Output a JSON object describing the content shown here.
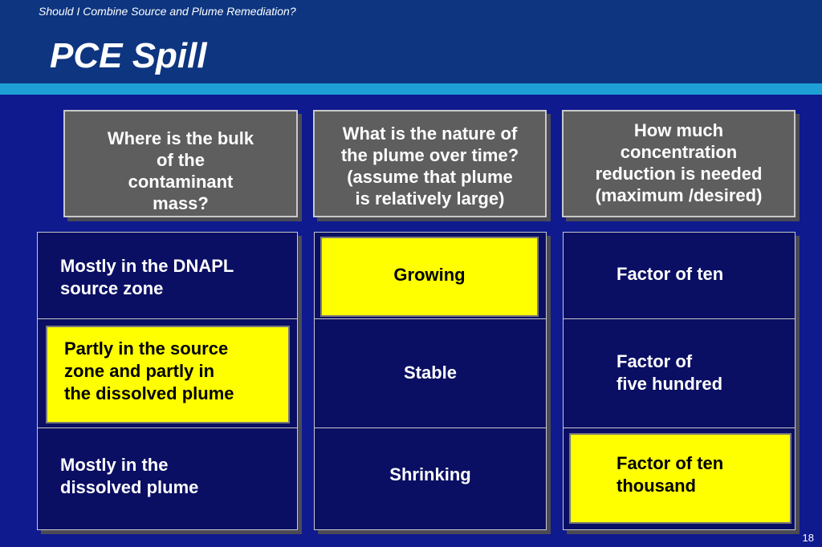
{
  "header": {
    "subtitle": "Should I Combine Source and Plume Remediation?",
    "title": "PCE Spill"
  },
  "questions": [
    "Where is the bulk\nof the\ncontaminant\nmass?",
    "What is the nature of\nthe plume over time?\n(assume that plume\nis relatively large)",
    "How much\nconcentration\nreduction is needed\n(maximum /desired)"
  ],
  "columns": [
    {
      "options": [
        {
          "text": "Mostly in the DNAPL\nsource zone",
          "highlighted": false
        },
        {
          "text": "Partly in the source\nzone and partly in\nthe dissolved plume",
          "highlighted": true
        },
        {
          "text": "Mostly in the\ndissolved plume",
          "highlighted": false
        }
      ]
    },
    {
      "options": [
        {
          "text": "Growing",
          "highlighted": true
        },
        {
          "text": "Stable",
          "highlighted": false
        },
        {
          "text": "Shrinking",
          "highlighted": false
        }
      ]
    },
    {
      "options": [
        {
          "text": "Factor of ten",
          "highlighted": false
        },
        {
          "text": "Factor of\nfive hundred",
          "highlighted": false
        },
        {
          "text": "Factor of ten\nthousand",
          "highlighted": true
        }
      ]
    }
  ],
  "colors": {
    "background": "#0f1a8e",
    "header": "#0d3580",
    "stripe": "#1ea0d6",
    "question_box": "#5e5e5e",
    "highlight": "#ffff00"
  },
  "footer": {
    "page_number": "18"
  }
}
